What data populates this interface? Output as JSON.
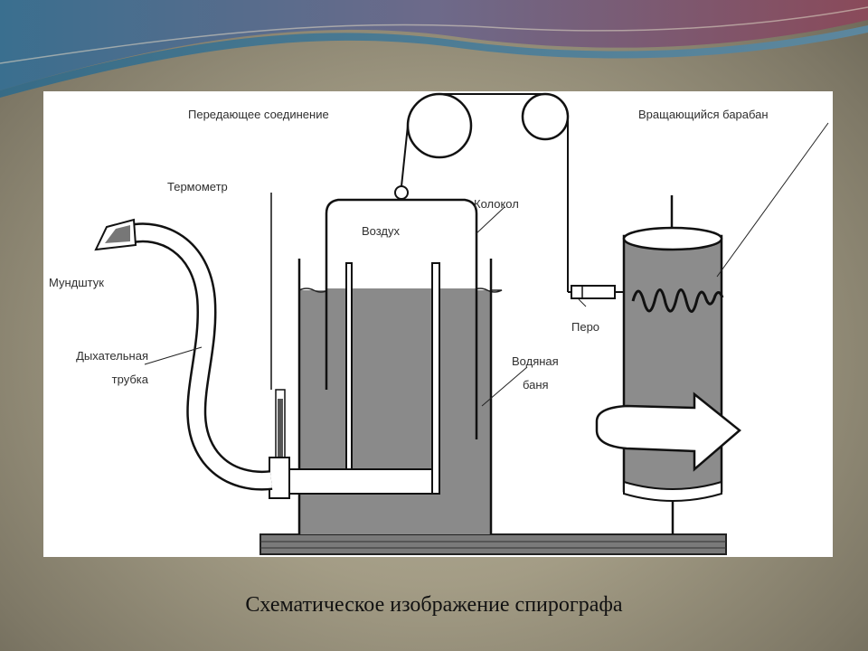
{
  "diagram": {
    "labels": {
      "transmitting_connection": "Передающее соединение",
      "rotating_drum": "Вращающийся барабан",
      "thermometer": "Термометр",
      "bell": "Колокол",
      "air": "Воздух",
      "mouthpiece": "Мундштук",
      "breathing_tube_line1": "Дыхательная",
      "breathing_tube_line2": "трубка",
      "pen": "Перо",
      "water_bath_line1": "Водяная",
      "water_bath_line2": "баня"
    }
  },
  "caption": "Схематическое изображение спирографа",
  "colors": {
    "water": "#8a8a8a",
    "drum": "#8c8c8c",
    "line": "#1a1a1a",
    "panel": "#ffffff"
  }
}
